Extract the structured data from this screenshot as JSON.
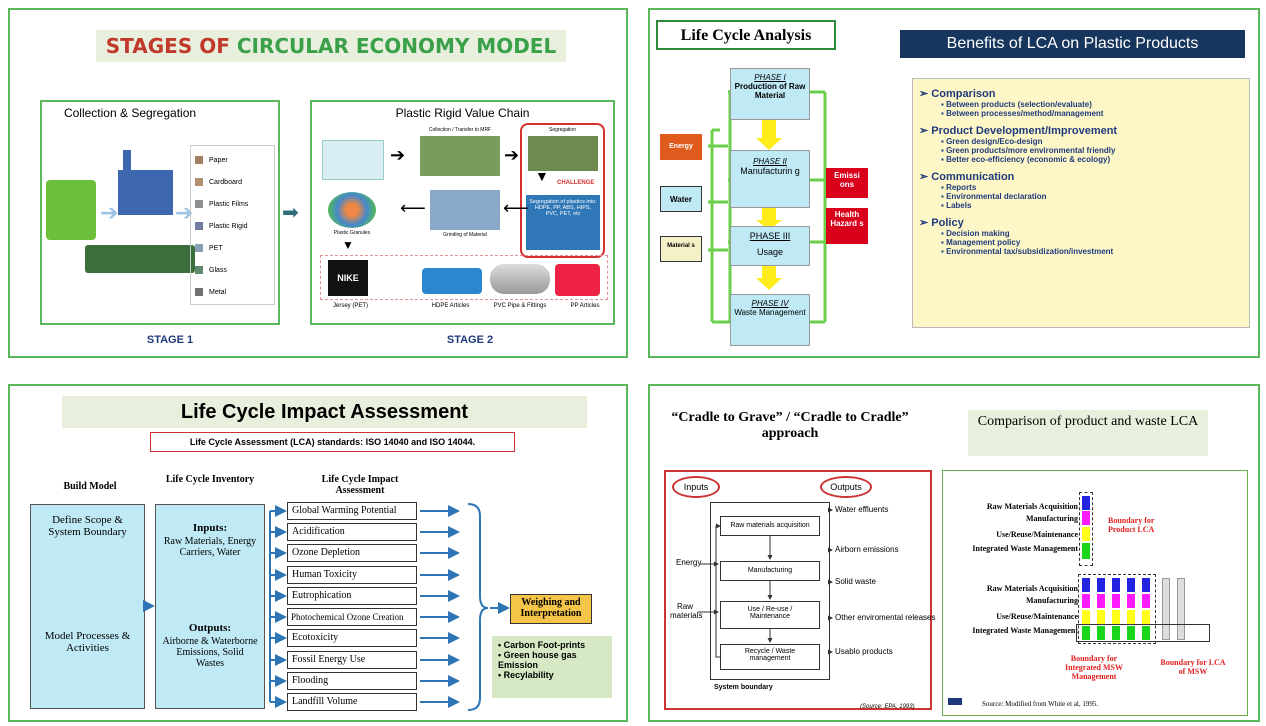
{
  "q1": {
    "title_red": "STAGES OF",
    "title_green": "CIRCULAR ECONOMY MODEL",
    "s1_title": "Collection & Segregation",
    "materials": [
      "Paper",
      "Cardboard",
      "Plastic Films",
      "Plastic Rigid",
      "PET",
      "Glass",
      "Metal"
    ],
    "stage1": "STAGE 1",
    "s2_title": "Plastic Rigid Value Chain",
    "collection_label": "Collection / Transfer to MRF",
    "segregation_label": "Segregation",
    "challenge": "CHALLENGE",
    "challenge_text": "Segregation of plastics into: HDPE, PP, ABS, HIPS, PVC, PET, etc",
    "grinding_label": "Grinding of Material",
    "granules_label": "Plastic Granules",
    "products": [
      "Jersey (PET)",
      "HDPE Articles",
      "PVC Pipe & Fittings",
      "PP Articles"
    ],
    "stage2": "STAGE 2"
  },
  "q2": {
    "title": "Life Cycle Analysis",
    "inputs": [
      "Energy",
      "Water",
      "Material s"
    ],
    "phases": [
      {
        "num": "PHASE I",
        "name": "Production of Raw Material"
      },
      {
        "num": "PHASE II",
        "name": "Manufacturin g"
      },
      {
        "num": "PHASE III",
        "name": "Usage"
      },
      {
        "num": "PHASE IV",
        "name": "Waste Management"
      }
    ],
    "outputs": [
      "Emissi ons",
      "Health Hazard s"
    ],
    "benefits_title": "Benefits of LCA on Plastic Products",
    "benefits": [
      {
        "head": "Comparison",
        "items": [
          "Between products (selection/evaluate)",
          "Between processes/method/management"
        ]
      },
      {
        "head": "Product Development/Improvement",
        "items": [
          "Green design/Eco-design",
          "Green products/more environmental friendly",
          "Better eco-efficiency (economic & ecology)"
        ]
      },
      {
        "head": "Communication",
        "items": [
          "Reports",
          "Environmental declaration",
          "Labels"
        ]
      },
      {
        "head": "Policy",
        "items": [
          "Decision making",
          "Management policy",
          "Environmental tax/subsidization/investment"
        ]
      }
    ]
  },
  "q3": {
    "title": "Life Cycle Impact Assessment",
    "standards": "Life Cycle Assessment (LCA) standards:  ISO 14040 and ISO 14044.",
    "col1_head": "Build Model",
    "col2_head": "Life Cycle Inventory",
    "col3_head": "Life Cycle Impact Assessment",
    "build_top": "Define Scope & System Boundary",
    "build_bottom": "Model Processes & Activities",
    "inv_inputs_head": "Inputs:",
    "inv_inputs": "Raw Materials, Energy Carriers, Water",
    "inv_outputs_head": "Outputs:",
    "inv_outputs": "Airborne & Waterborne Emissions, Solid Wastes",
    "impacts": [
      "Global Warming Potential",
      "Acidification",
      "Ozone Depletion",
      "Human Toxicity",
      "Eutrophication",
      "Photochemical Ozone Creation",
      "Ecotoxicity",
      "Fossil Energy Use",
      "Flooding",
      "Landfill Volume"
    ],
    "weighing": "Weighing and Interpretation",
    "results": [
      "Carbon Foot-prints",
      "Green house gas Emission",
      "Recylability"
    ]
  },
  "q4": {
    "title": "“Cradle to Grave” / “Cradle to Cradle” approach",
    "inputs_label": "Inputs",
    "outputs_label": "Outputs",
    "in_energy": "Energy",
    "in_raw": "Raw materials",
    "steps": [
      "Raw materials acquisition",
      "Manufacturing",
      "Use / Re-use / Maintenance",
      "Recycle / Waste management"
    ],
    "outs": [
      "Water effluents",
      "Airborn emissions",
      "Solid waste",
      "Other enviromental releases",
      "Usablo products"
    ],
    "system_boundary": "System boundary",
    "source1": "(Source: EPA, 1993)",
    "comp_title": "Comparison of product and waste LCA",
    "labels_top": [
      "Raw Materials Acquisition",
      "Manufacturing",
      "Use/Reuse/Maintenance",
      "Integrated Waste Management"
    ],
    "labels_bottom": [
      "Raw Materials Acquisition",
      "Manufacturing",
      "Use/Reuse/Maintenance",
      "Integrated Waste Management"
    ],
    "boundary_product": "Boundary for Product LCA",
    "boundary_msw_mgmt": "Boundary for Integrated MSW Management",
    "boundary_lca_msw": "Boundary for LCA of MSW",
    "source2": "Source:  Modified from White et al, 1995."
  },
  "colors": {
    "green": "#5cb85c",
    "red": "#c00000",
    "navy": "#1f3a7a",
    "blue": "#2e75b6",
    "cyan": "#bfe9f5"
  }
}
